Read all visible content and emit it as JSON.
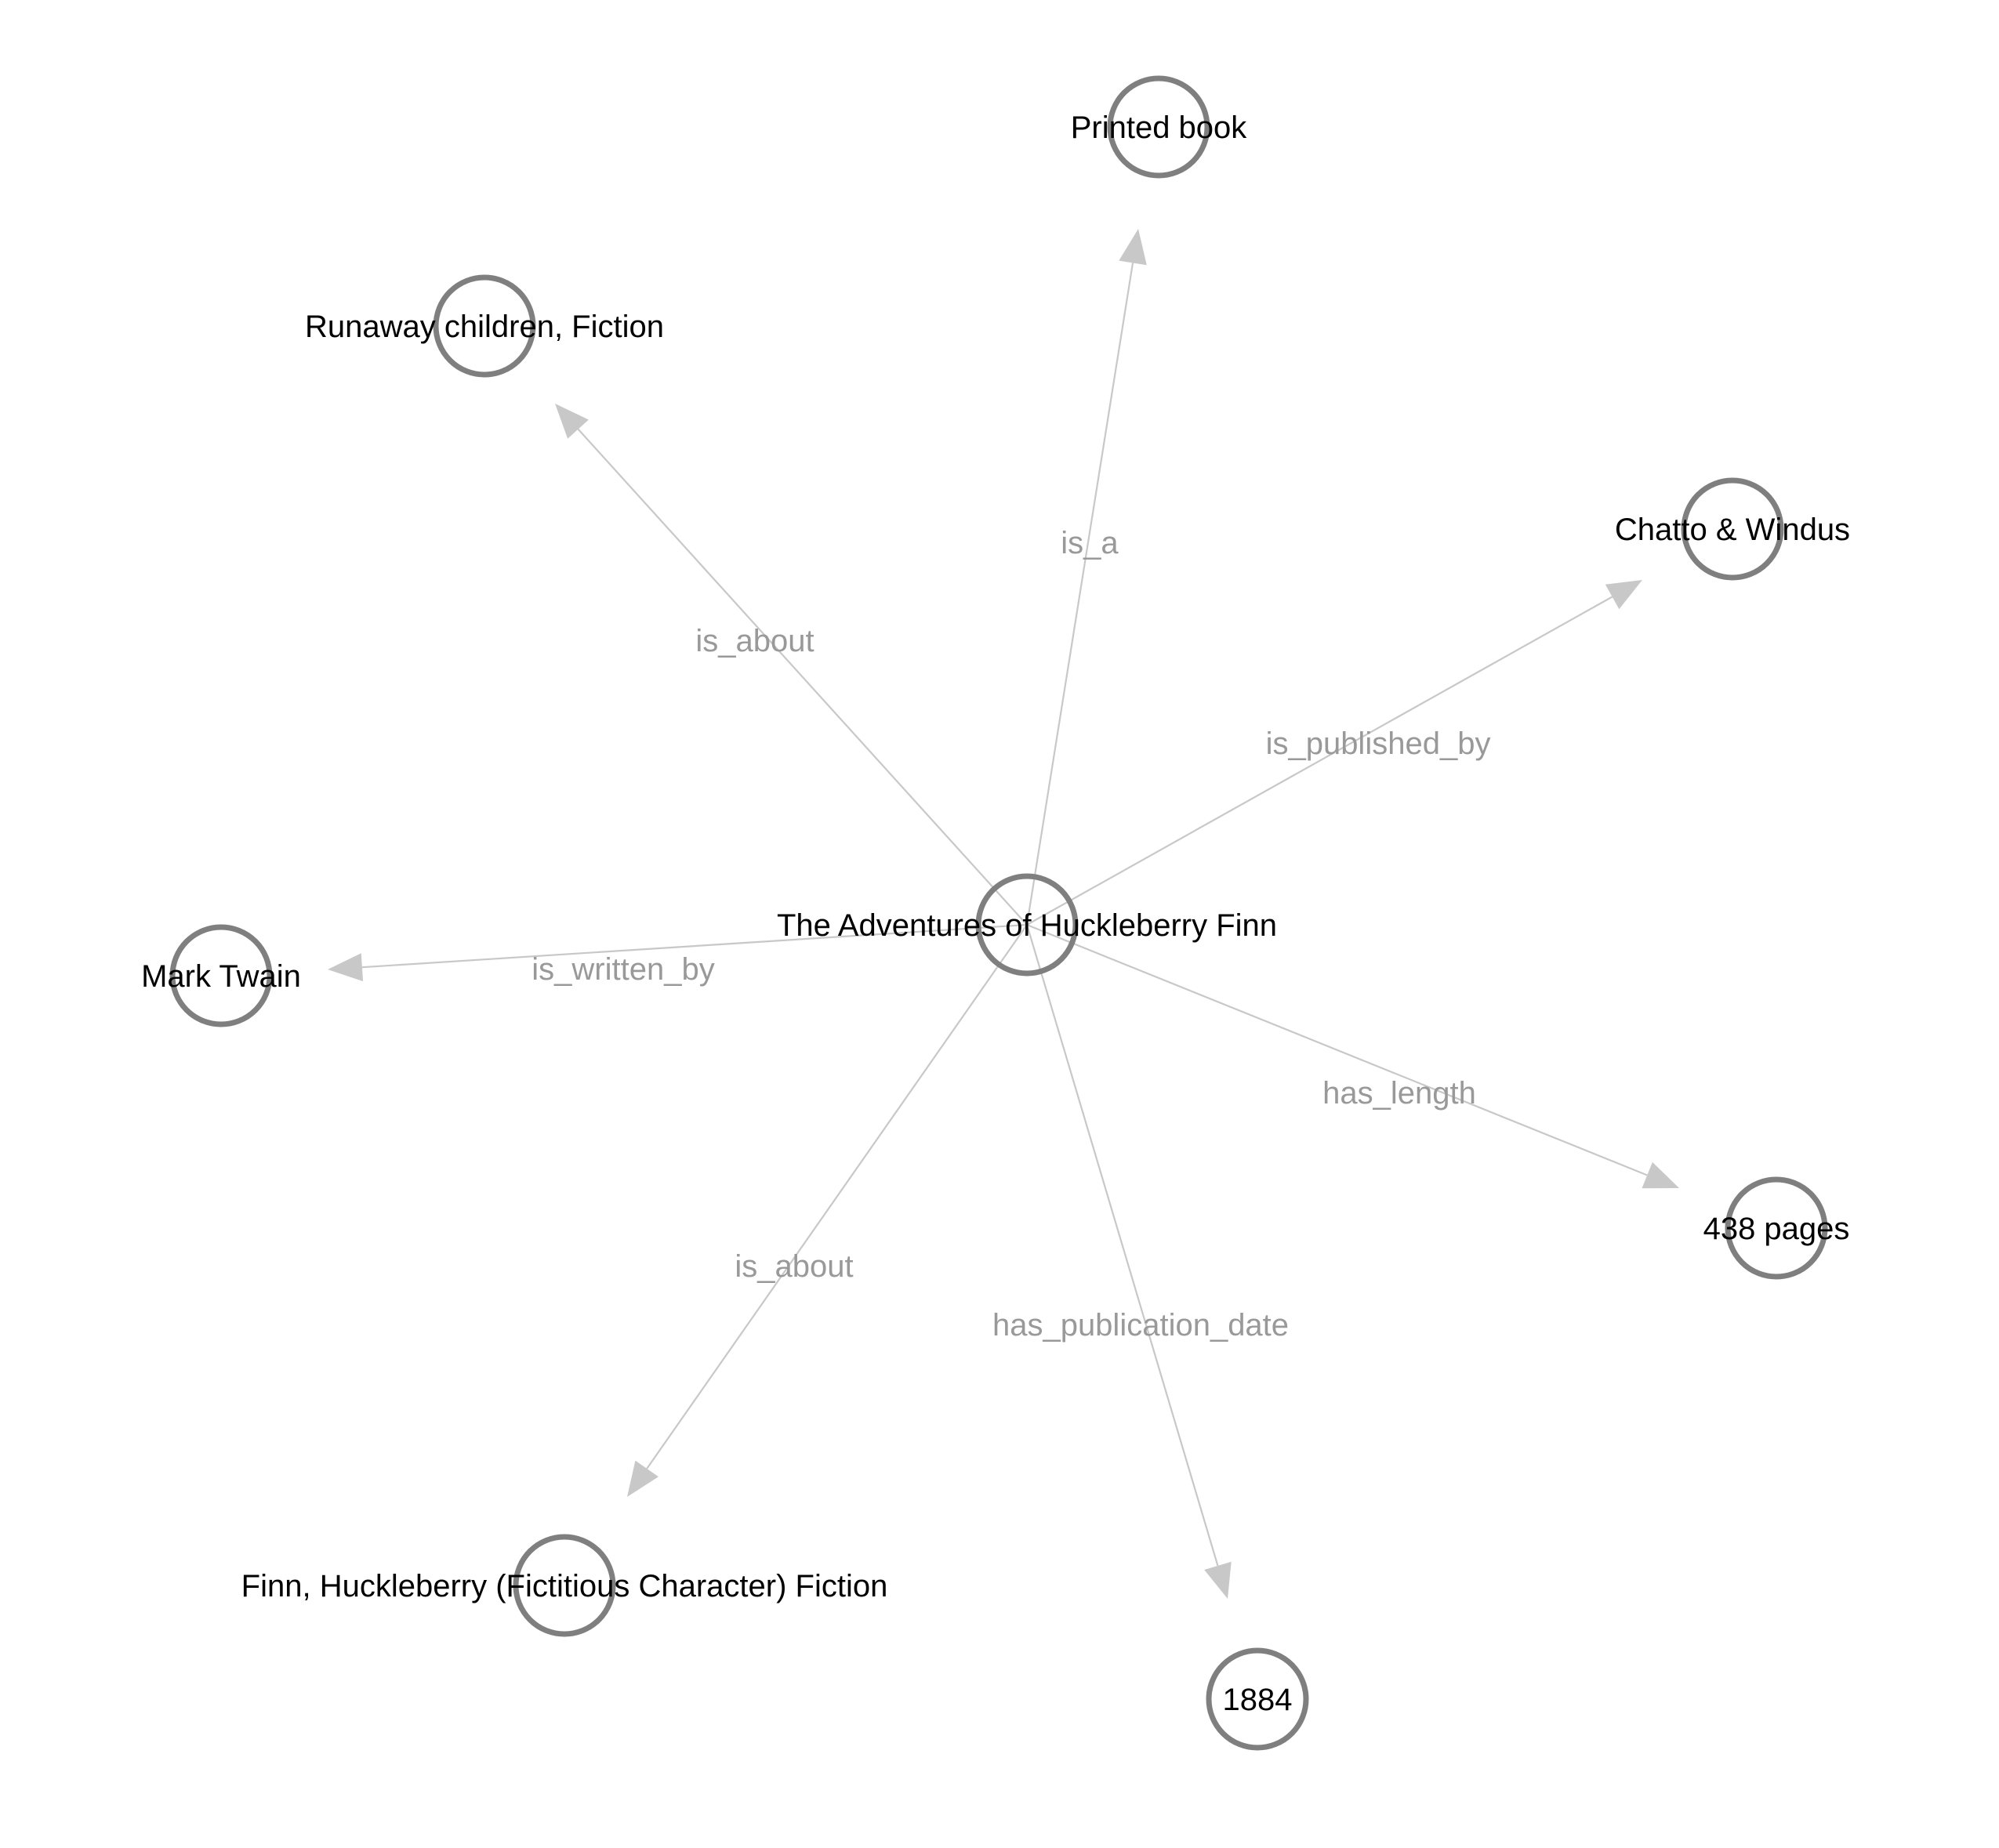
{
  "nodes": [
    {
      "id": "center",
      "label": "The Adventures of Huckleberry Finn"
    },
    {
      "id": "printed",
      "label": "Printed book"
    },
    {
      "id": "runaway",
      "label": "Runaway children, Fiction"
    },
    {
      "id": "chatto",
      "label": "Chatto & Windus"
    },
    {
      "id": "twain",
      "label": "Mark Twain"
    },
    {
      "id": "pages",
      "label": "438 pages"
    },
    {
      "id": "finn",
      "label": "Finn, Huckleberry (Fictitious Character) Fiction"
    },
    {
      "id": "year",
      "label": "1884"
    }
  ],
  "edges": [
    {
      "id": "e-is-a",
      "from": "center",
      "to": "printed",
      "label": "is_a"
    },
    {
      "id": "e-is-about-1",
      "from": "center",
      "to": "runaway",
      "label": "is_about"
    },
    {
      "id": "e-is-published-by",
      "from": "center",
      "to": "chatto",
      "label": "is_published_by"
    },
    {
      "id": "e-is-written-by",
      "from": "center",
      "to": "twain",
      "label": "is_written_by"
    },
    {
      "id": "e-has-length",
      "from": "center",
      "to": "pages",
      "label": "has_length"
    },
    {
      "id": "e-is-about-2",
      "from": "center",
      "to": "finn",
      "label": "is_about"
    },
    {
      "id": "e-has-publication-date",
      "from": "center",
      "to": "year",
      "label": "has_publication_date"
    }
  ],
  "colors": {
    "node_stroke": "#7f7f7f",
    "edge": "#c8c8c8",
    "edge_label": "#999999",
    "node_label": "#000000",
    "background": "#ffffff"
  }
}
